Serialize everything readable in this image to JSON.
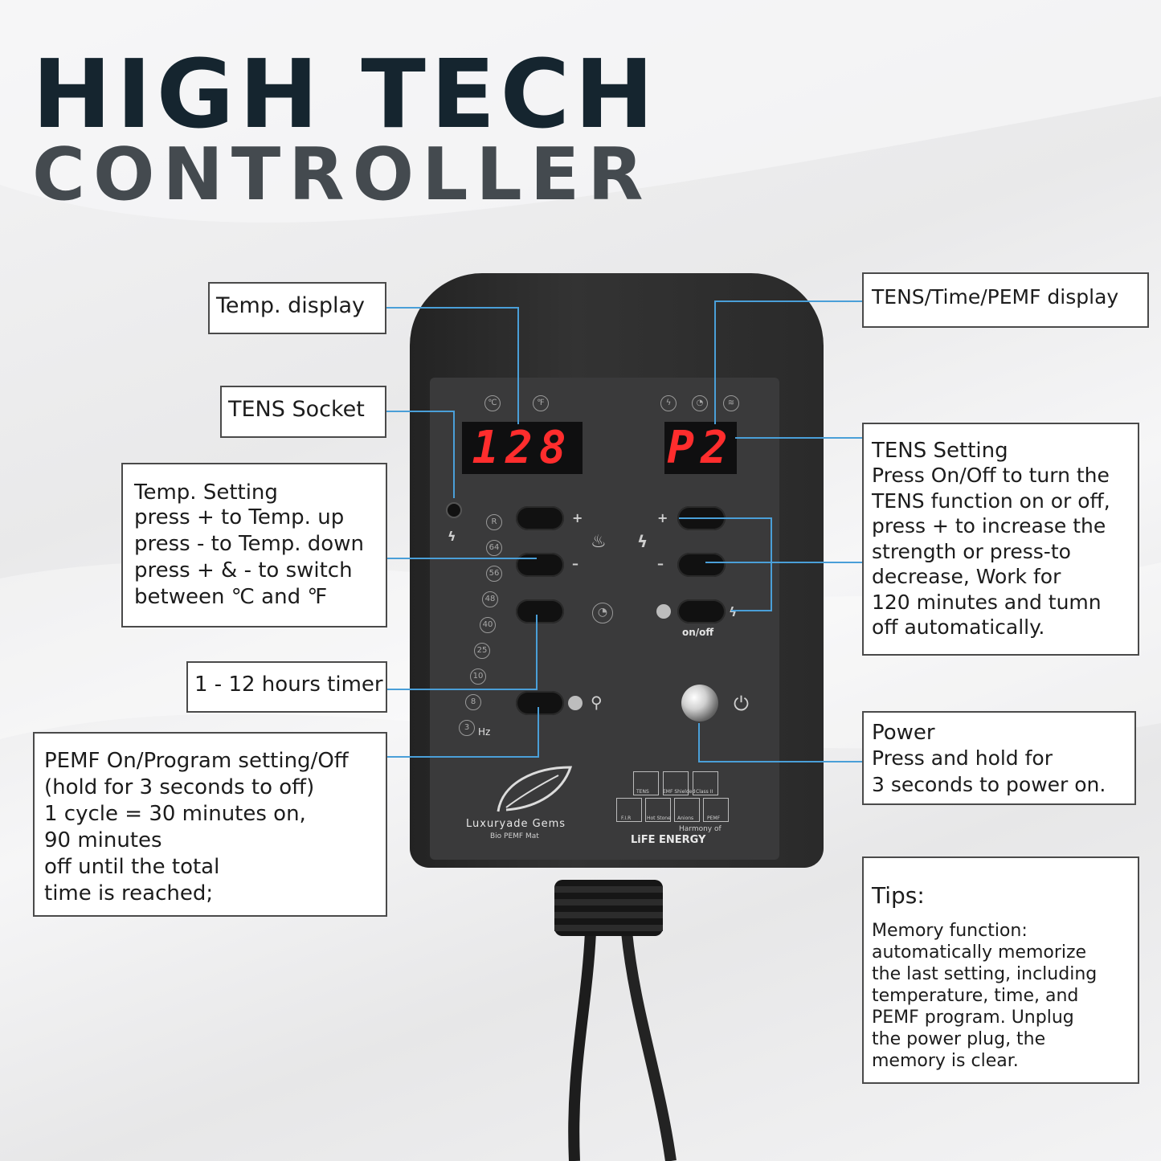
{
  "title": {
    "line1": "HIGH TECH",
    "line2": "CONTROLLER"
  },
  "callouts": {
    "temp_display": "Temp. display",
    "tens_socket": "TENS Socket",
    "temp_setting": {
      "heading": "Temp. Setting",
      "body": "press + to Temp. up\npress - to Temp. down\npress + & - to switch\nbetween ℃ and ℉"
    },
    "timer": "1 - 12 hours timer",
    "pemf": {
      "body": "PEMF On/Program setting/Off\n(hold for 3 seconds to off)\n1 cycle = 30 minutes on,\n90 minutes\noff until the total\ntime is reached;"
    },
    "tens_display": "TENS/Time/PEMF display",
    "tens_setting": {
      "heading": "TENS Setting",
      "body": "Press On/Off to turn the\nTENS function on or off,\npress + to increase the\nstrength or press-to\ndecrease, Work for\n120 minutes and tumn\noff automatically."
    },
    "power": {
      "heading": "Power",
      "body": "Press and hold for\n3 seconds to power on."
    },
    "tips": {
      "heading": "Tips:",
      "body": "Memory function:\nautomatically memorize\nthe last setting, including\ntemperature, time, and\nPEMF program. Unplug\nthe power plug, the\nmemory is clear."
    }
  },
  "device": {
    "temp_readout": "128",
    "tens_readout": "P2",
    "unit_c": "℃",
    "unit_f": "℉",
    "plus": "+",
    "minus": "–",
    "onoff_label": "on/off",
    "hz_label": "Hz",
    "level_marks": [
      "R",
      "64",
      "56",
      "48",
      "40",
      "25",
      "10",
      "8",
      "3"
    ],
    "brand_name": "Luxuryade Gems",
    "brand_sub": "Bio PEMF Mat",
    "harmony": "Harmony of",
    "life_energy": "LiFE ENERGY",
    "badges_top": [
      "TENS",
      "EMF Shielded",
      "Class II"
    ],
    "badges_bottom": [
      "F.I.R",
      "Hot Stone",
      "Anions",
      "PEMF"
    ],
    "icons": [
      "lightning-icon",
      "thermometer-icon",
      "clock-icon",
      "power-icon",
      "pemf-coil-icon",
      "leaf-logo-icon"
    ]
  },
  "colors": {
    "title_dark": "#15252f",
    "title_gray": "#444a4f",
    "leader_line": "#4a9fd8",
    "lcd_red": "#ff2d2d"
  }
}
